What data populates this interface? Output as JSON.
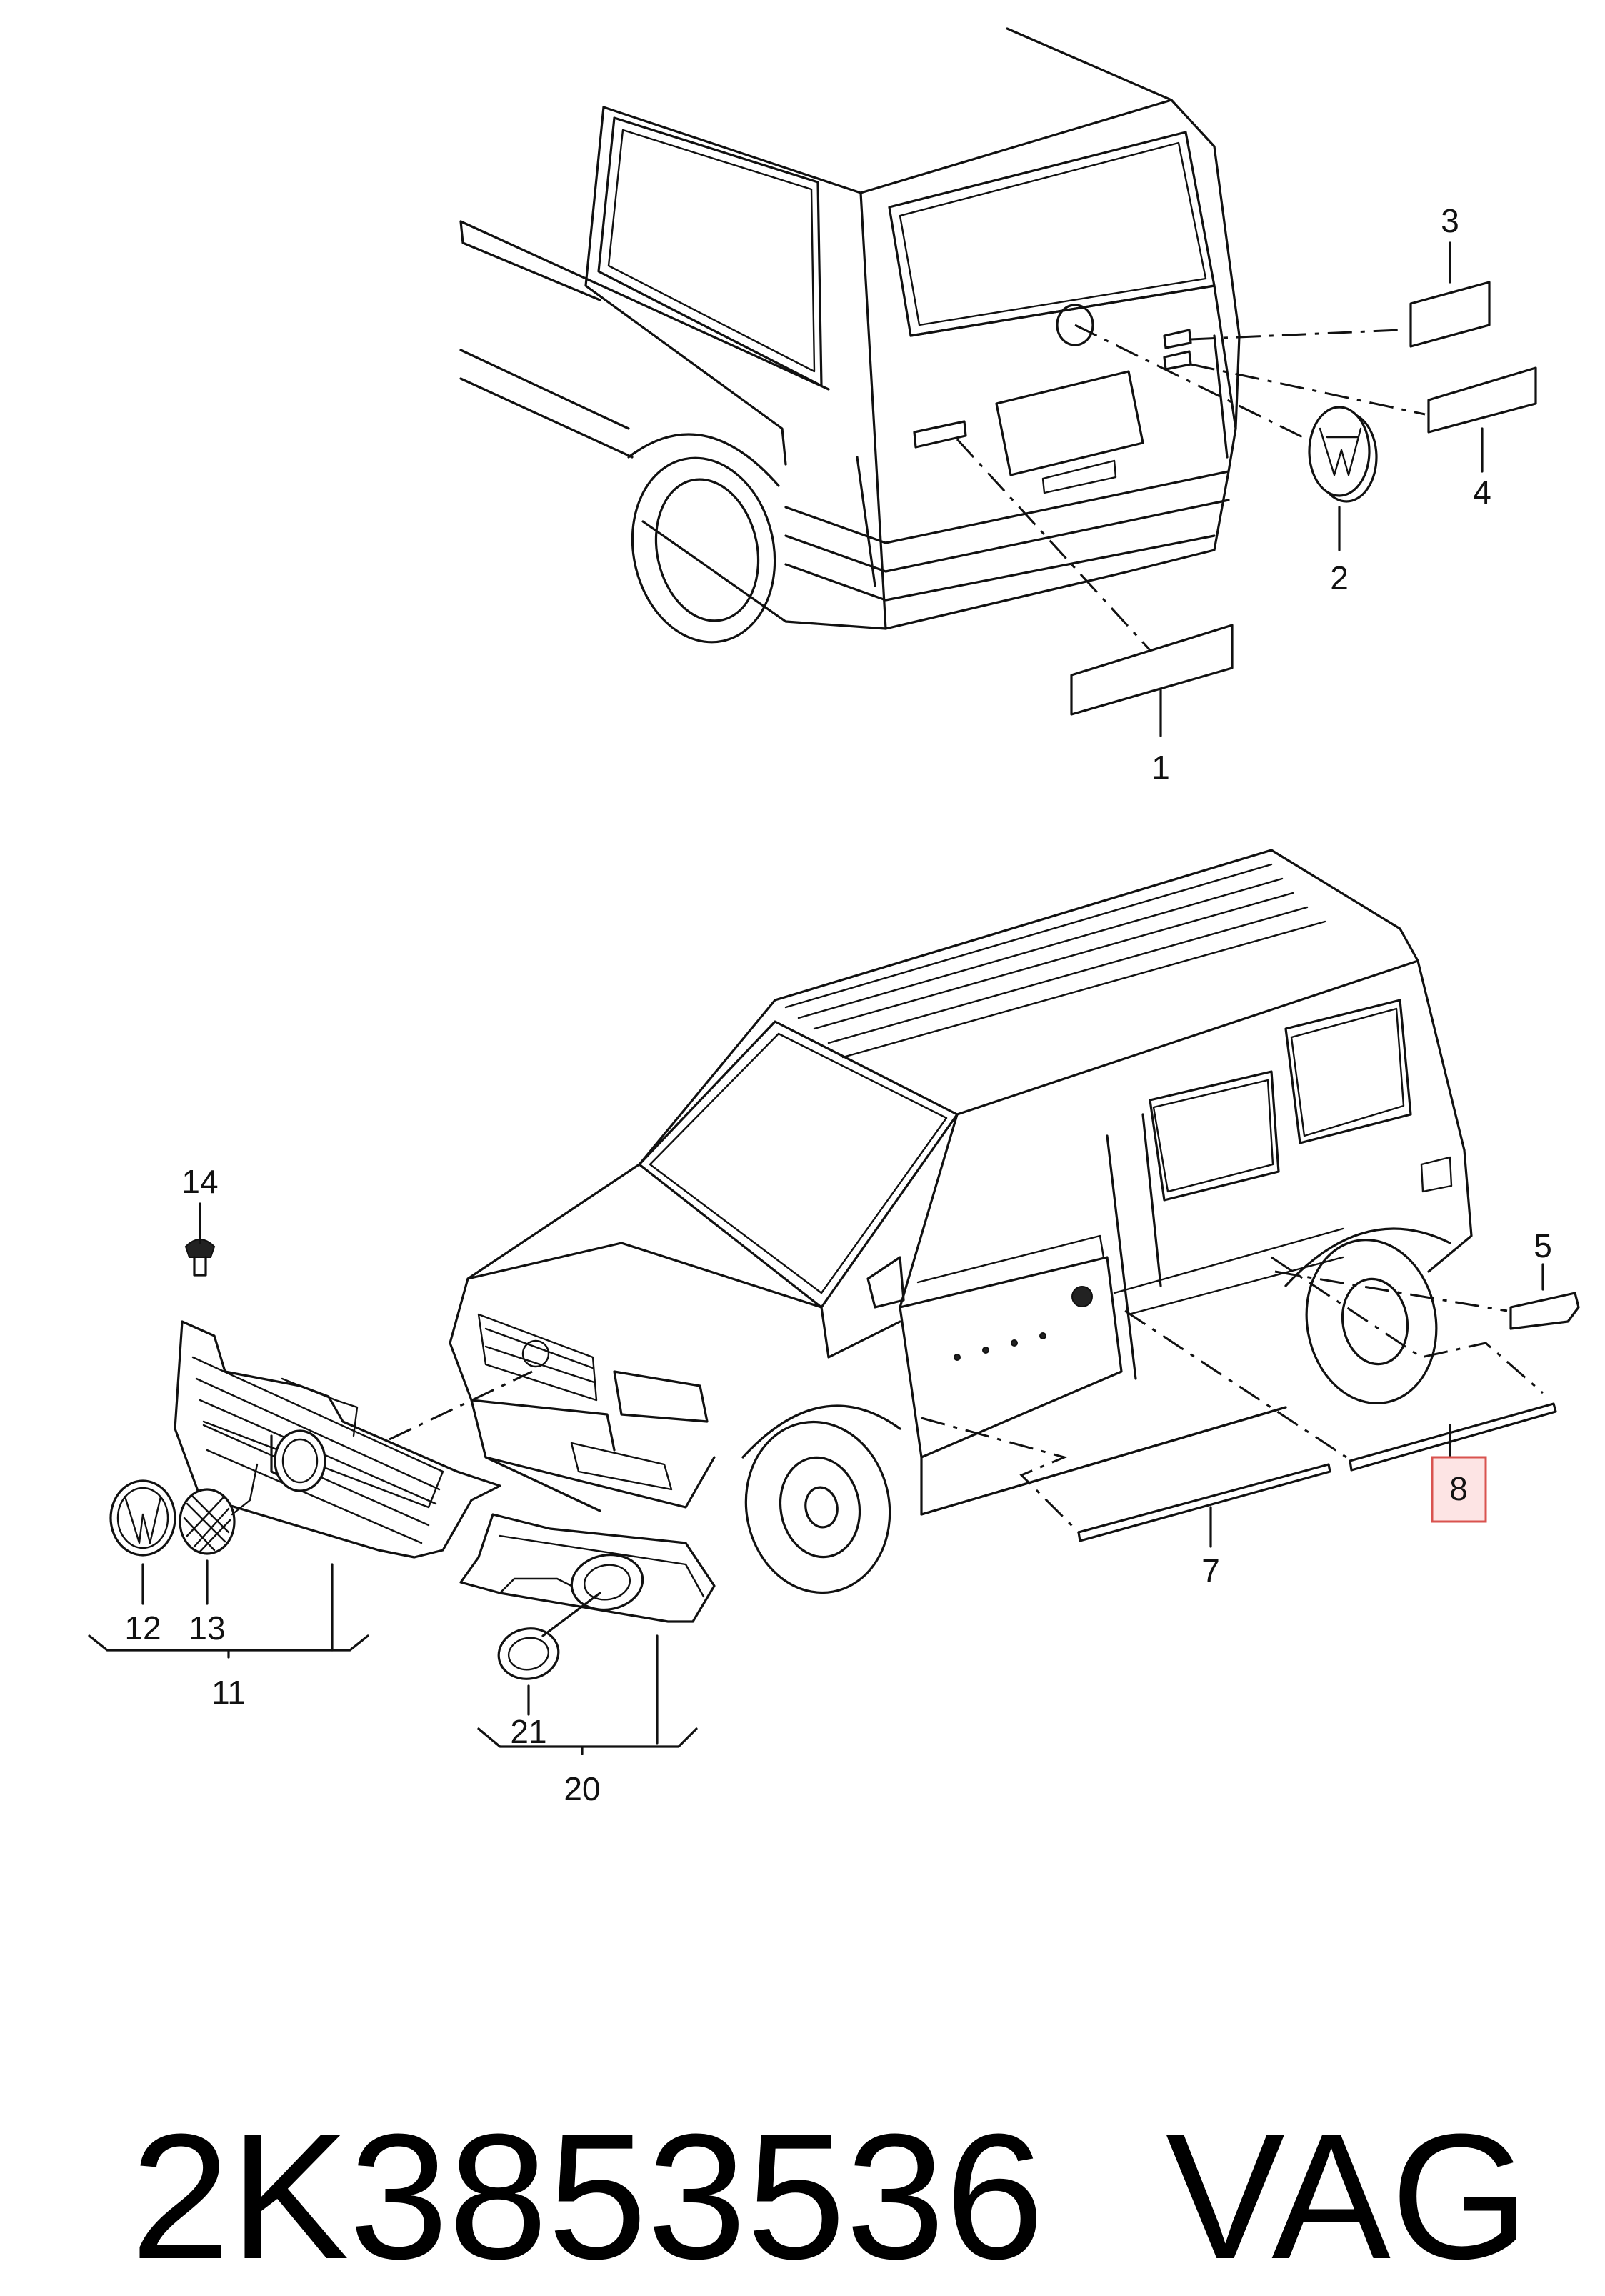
{
  "callouts": [
    {
      "id": "1",
      "label": "1"
    },
    {
      "id": "2",
      "label": "2"
    },
    {
      "id": "3",
      "label": "3"
    },
    {
      "id": "4",
      "label": "4"
    },
    {
      "id": "5",
      "label": "5"
    },
    {
      "id": "7",
      "label": "7"
    },
    {
      "id": "8",
      "label": "8",
      "highlighted": true
    },
    {
      "id": "11",
      "label": "11"
    },
    {
      "id": "12",
      "label": "12"
    },
    {
      "id": "13",
      "label": "13"
    },
    {
      "id": "14",
      "label": "14"
    },
    {
      "id": "20",
      "label": "20"
    },
    {
      "id": "21",
      "label": "21"
    }
  ],
  "highlight_color": "#d9534f",
  "footer": {
    "part_number": "2K3853536",
    "brand": "VAG"
  }
}
